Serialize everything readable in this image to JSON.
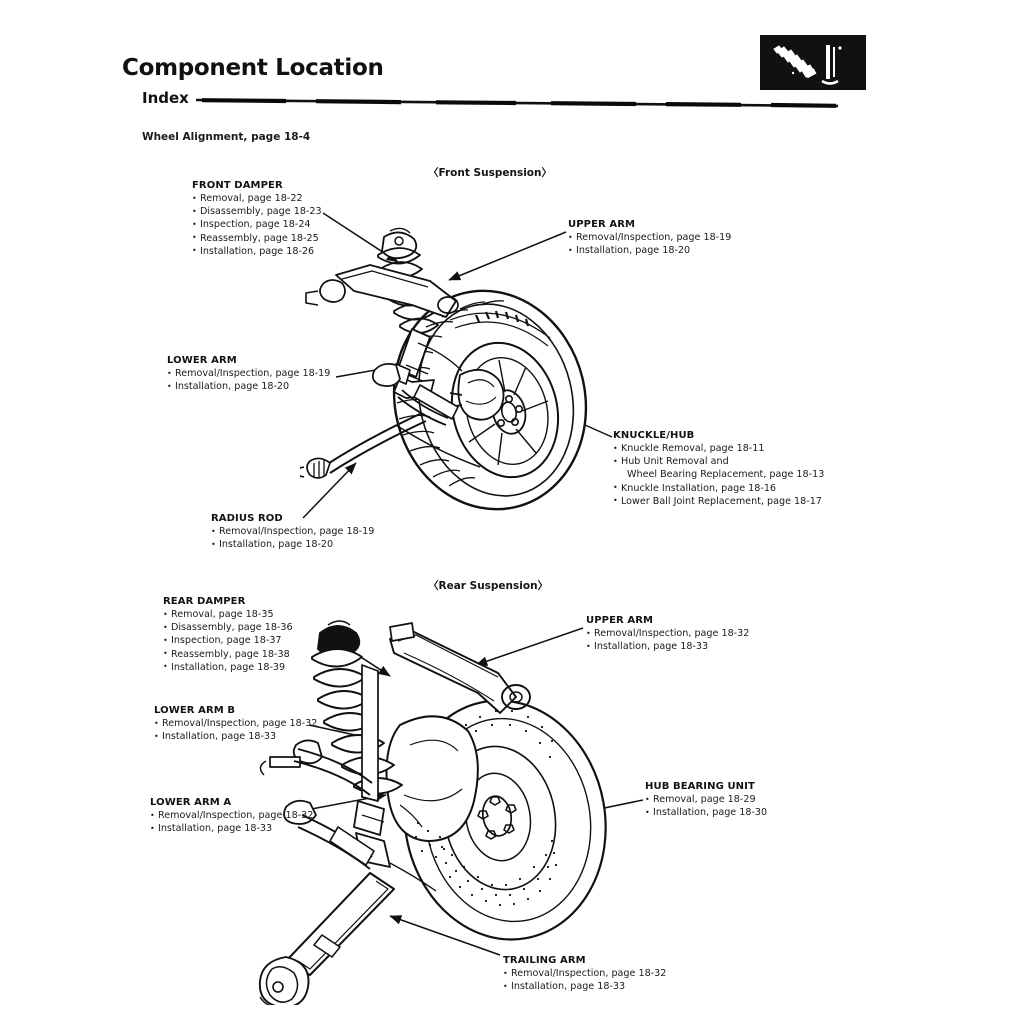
{
  "header": {
    "title": "Component Location",
    "subtitle": "Index",
    "section_marker_icon": "damper-strut-icon"
  },
  "intro_note": "Wheel Alignment, page 18-4",
  "sections": [
    {
      "id": "front-suspension",
      "heading": "〈Front Suspension〉",
      "callouts": [
        {
          "id": "front-damper",
          "title": "FRONT DAMPER",
          "items": [
            "Removal, page 18-22",
            "Disassembly, page 18-23",
            "Inspection, page 18-24",
            "Reassembly, page 18-25",
            "Installation, page 18-26"
          ]
        },
        {
          "id": "front-upper-arm",
          "title": "UPPER ARM",
          "items": [
            "Removal/Inspection, page 18-19",
            "Installation, page 18-20"
          ]
        },
        {
          "id": "front-lower-arm",
          "title": "LOWER ARM",
          "items": [
            "Removal/Inspection, page 18-19",
            "Installation, page 18-20"
          ]
        },
        {
          "id": "knuckle-hub",
          "title": "KNUCKLE/HUB",
          "items": [
            "Knuckle Removal, page 18-11",
            "Hub Unit Removal and",
            "Wheel Bearing Replacement, page 18-13",
            "Knuckle Installation, page 18-16",
            "Lower Ball Joint Replacement, page 18-17"
          ]
        },
        {
          "id": "radius-rod",
          "title": "RADIUS ROD",
          "items": [
            "Removal/Inspection, page 18-19",
            "Installation, page 18-20"
          ]
        }
      ]
    },
    {
      "id": "rear-suspension",
      "heading": "〈Rear Suspension〉",
      "callouts": [
        {
          "id": "rear-damper",
          "title": "REAR DAMPER",
          "items": [
            "Removal, page 18-35",
            "Disassembly, page 18-36",
            "Inspection, page 18-37",
            "Reassembly, page 18-38",
            "Installation, page 18-39"
          ]
        },
        {
          "id": "rear-upper-arm",
          "title": "UPPER ARM",
          "items": [
            "Removal/Inspection, page 18-32",
            "Installation, page 18-33"
          ]
        },
        {
          "id": "lower-arm-b",
          "title": "LOWER ARM B",
          "items": [
            "Removal/Inspection, page 18-32",
            "Installation, page 18-33"
          ]
        },
        {
          "id": "lower-arm-a",
          "title": "LOWER ARM A",
          "items": [
            "Removal/Inspection, page 18-32",
            "Installation, page 18-33"
          ]
        },
        {
          "id": "hub-bearing-unit",
          "title": "HUB BEARING UNIT",
          "items": [
            "Removal, page 18-29",
            "Installation, page 18-30"
          ]
        },
        {
          "id": "trailing-arm",
          "title": "TRAILING ARM",
          "items": [
            "Removal/Inspection, page 18-32",
            "Installation, page 18-33"
          ]
        }
      ]
    }
  ],
  "illustrations": [
    {
      "id": "front-suspension-illustration",
      "caption": "front-suspension-assembly-line-art"
    },
    {
      "id": "rear-suspension-illustration",
      "caption": "rear-suspension-assembly-line-art"
    }
  ],
  "colors": {
    "ink": "#111111",
    "paper": "#ffffff",
    "marker_bg": "#111111",
    "marker_fg": "#ffffff"
  }
}
